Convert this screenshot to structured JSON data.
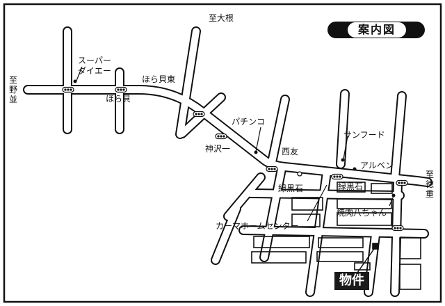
{
  "title": "案内図",
  "target_label": "物件",
  "places": {
    "to_oone": "至大根",
    "to_nogami": "至野並",
    "to_tokushige": "至徳重",
    "super_daiei": "スーパーダイエー",
    "horagai_higashi": "ほら貝東",
    "horagai": "ほら貝",
    "pachinko": "パチンコ",
    "kanzawa_ichi": "神沢一",
    "seiyu": "西友",
    "sunfood": "サンフード",
    "aruben": "アルベン",
    "midorikuroishi_1": "緑黒石",
    "midorikuroishi_2": "緑黒石",
    "yakiniku": "焼肉八ちゃん",
    "kama_home": "カーマホームセンター"
  },
  "colors": {
    "ink": "#111111",
    "road_fill": "#ffffff",
    "paper": "#ffffff"
  }
}
